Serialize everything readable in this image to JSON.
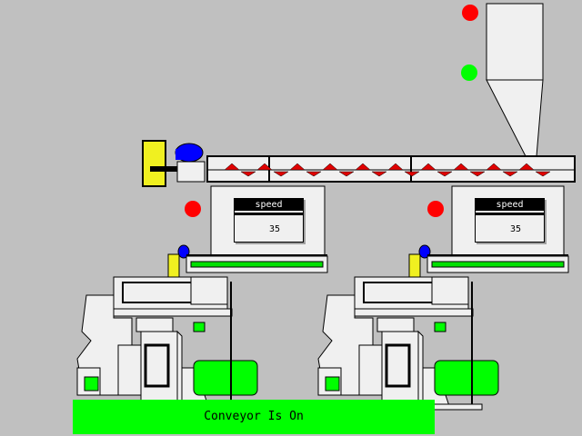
{
  "feeders": [
    {
      "label": "speed",
      "value": "35"
    },
    {
      "label": "speed",
      "value": "35"
    }
  ],
  "status": {
    "text": "Conveyor Is On"
  },
  "colors": {
    "background": "#c0c0c0",
    "lamp_red": "#ff0000",
    "lamp_green": "#00ff00",
    "motor_blue": "#0000ff",
    "bracket_yellow": "#f0f020",
    "status_bar": "#00ff00"
  }
}
